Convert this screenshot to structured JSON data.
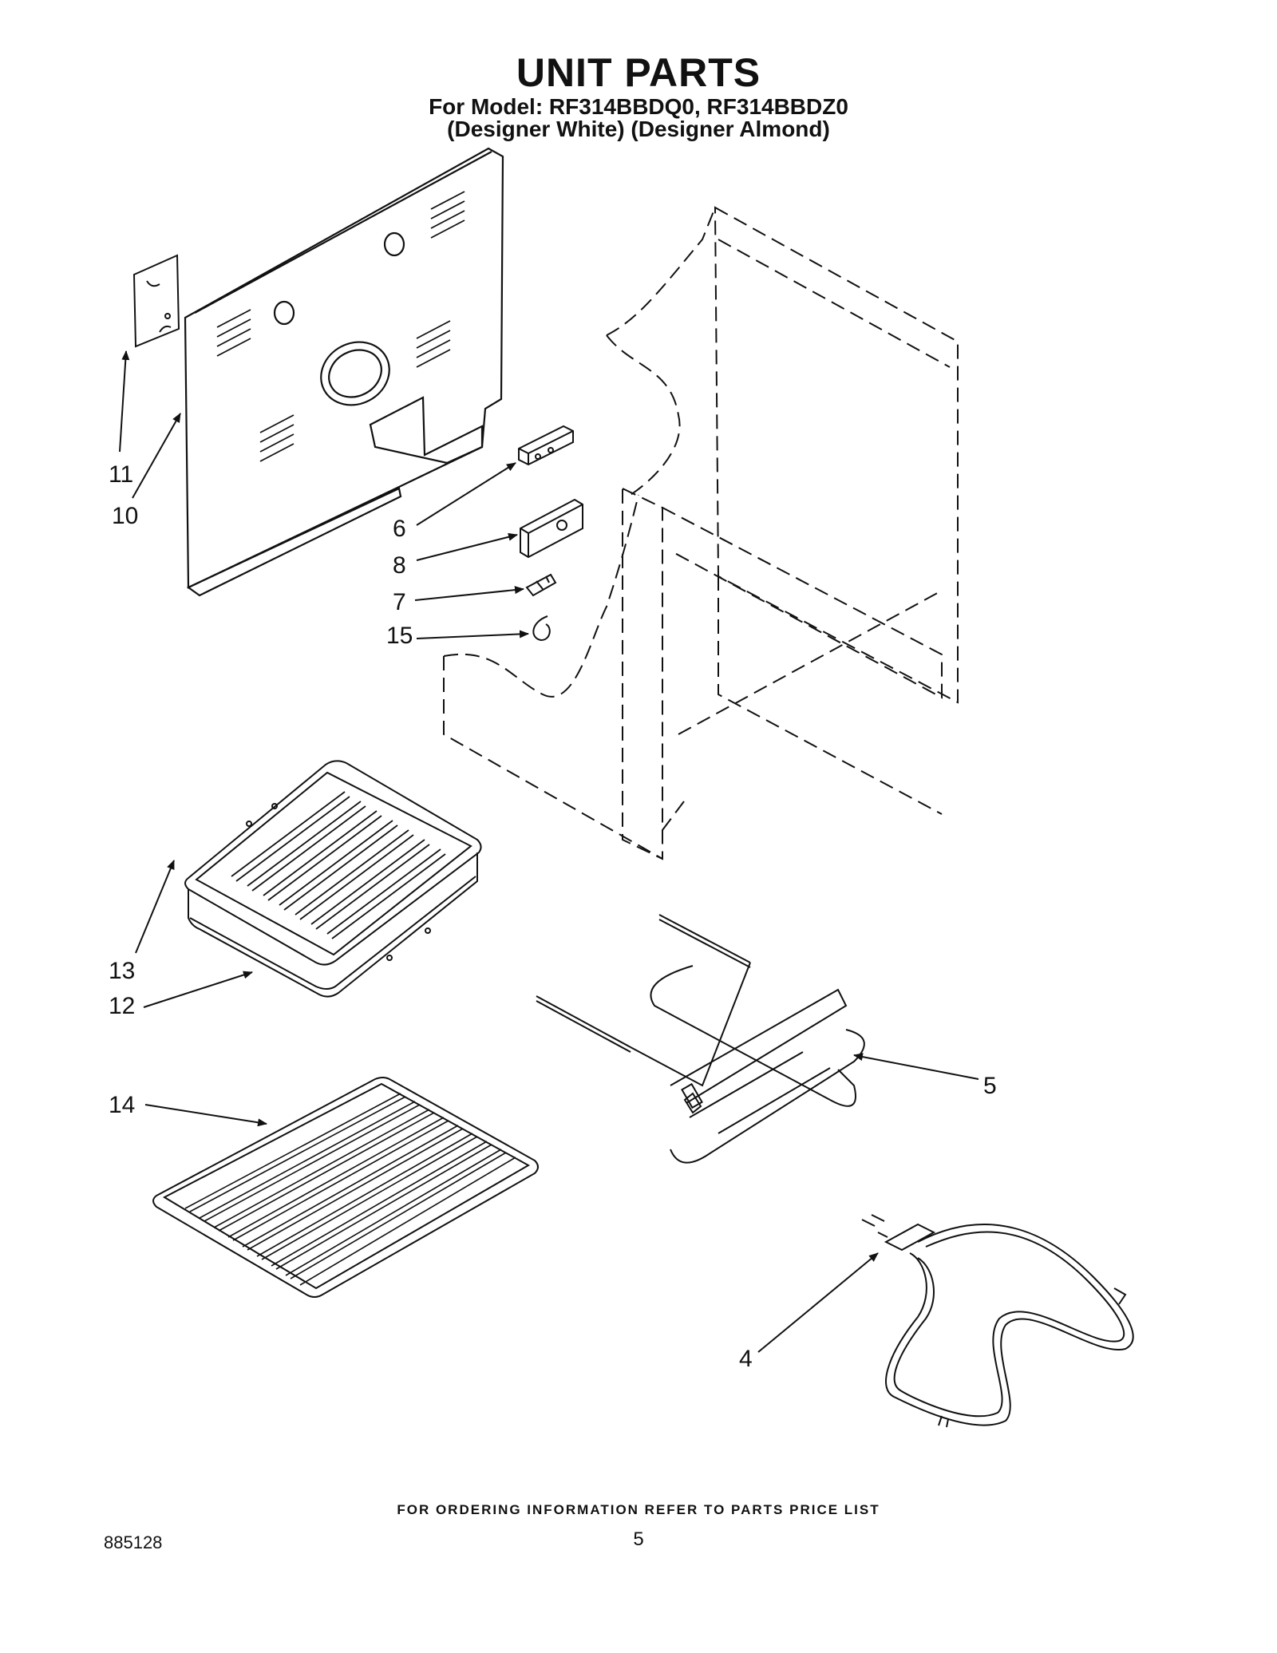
{
  "header": {
    "title": "UNIT PARTS",
    "model_line": "For Model: RF314BBDQ0, RF314BBDZ0",
    "variant_line": "(Designer White) (Designer Almond)"
  },
  "callouts": {
    "c11": "11",
    "c10": "10",
    "c6": "6",
    "c8": "8",
    "c7": "7",
    "c15": "15",
    "c13": "13",
    "c12": "12",
    "c5": "5",
    "c14": "14",
    "c4": "4"
  },
  "footer": {
    "ordering_note": "FOR ORDERING INFORMATION REFER TO PARTS PRICE LIST",
    "document_number": "885128",
    "page_number": "5"
  }
}
